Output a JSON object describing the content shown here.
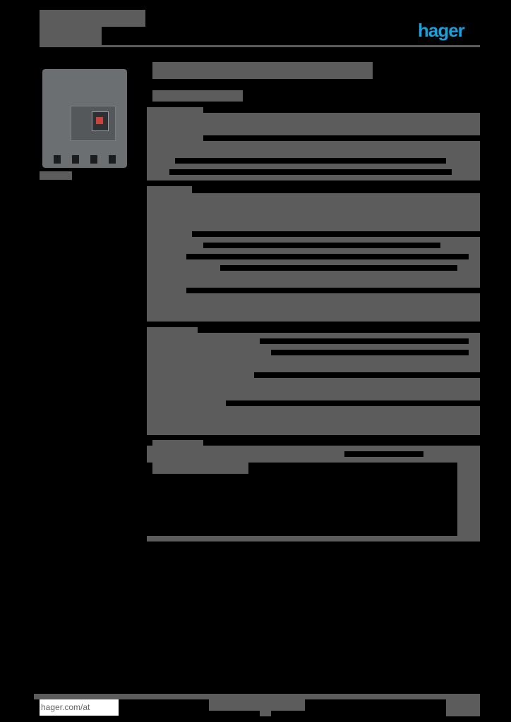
{
  "header": {
    "brand_logo": "hager",
    "brand_color": "#1aa0dc",
    "title_redacted": true
  },
  "product": {
    "image_alt": "circuit-breaker-product-photo",
    "caption_redacted": true
  },
  "content": {
    "heading_redacted": true,
    "sections_redacted": true,
    "redaction_color": "#5b5c5b"
  },
  "footer": {
    "website_link": "hager.com/at"
  }
}
